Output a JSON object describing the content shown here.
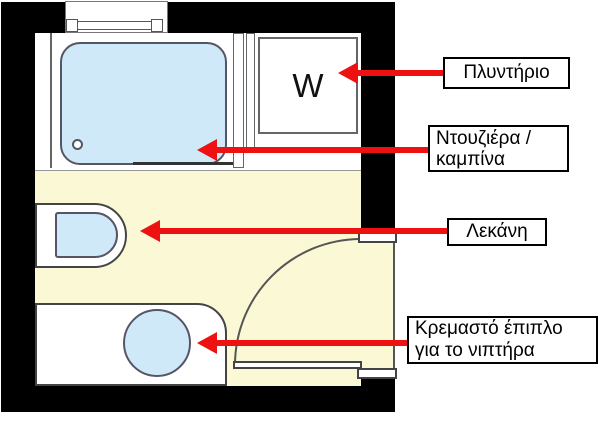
{
  "plan": {
    "washer_letter": "W"
  },
  "annotations": {
    "washer": {
      "label": "Πλυντήριο"
    },
    "shower": {
      "label": "Ντουζιέρα / καμπίνα"
    },
    "toilet": {
      "label": "Λεκάνη"
    },
    "sink": {
      "label": "Κρεμαστό έπιπλο για το νιπτήρα"
    }
  },
  "colors": {
    "arrow_red": "#EE1111",
    "floor_yellow": "#FBF8D6",
    "fixture_blue": "#CFE9F9",
    "wall_black": "#000000",
    "label_border": "#000000",
    "label_bg": "#FFFFFF",
    "text_color": "#000000"
  }
}
